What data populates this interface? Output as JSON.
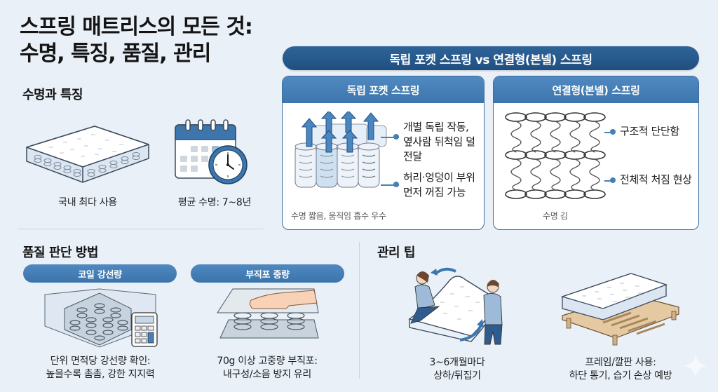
{
  "title": {
    "line1": "스프링 매트리스의 모든 것:",
    "line2": "수명, 특징, 품질, 관리"
  },
  "lifespan_section": {
    "title": "수명과 특징",
    "items": [
      {
        "icon": "mattress-icon",
        "caption": "국내 최다 사용"
      },
      {
        "icon": "calendar-clock-icon",
        "caption": "평균 수명: 7~8년"
      }
    ]
  },
  "comparison": {
    "banner": "독립 포켓 스프링 vs 연결형(본넬) 스프링",
    "pocket": {
      "title": "독립 포켓 스프링",
      "icon": "pocket-spring-icon",
      "notes": [
        "개별 독립 작동, 옆사람 뒤척임 덜 전달",
        "허리·엉덩이 부위 먼저 꺼짐 가능"
      ],
      "note_lines": [
        [
          "개별 독립 작동,",
          "옆사람 뒤척임 덜",
          "전달"
        ],
        [
          "허리·엉덩이 부위",
          "먼저 꺼짐 가능"
        ]
      ],
      "footer": "수명 짧음, 움직임 흡수 우수"
    },
    "bonnell": {
      "title": "연결형(본넬) 스프링",
      "icon": "bonnell-spring-icon",
      "notes": [
        "구조적 단단함",
        "전체적 처짐 현상"
      ],
      "footer": "수명 김"
    }
  },
  "quality_section": {
    "title": "품질 판단 방법",
    "items": [
      {
        "label": "코일 강선량",
        "icon": "coil-cutaway-calculator-icon",
        "caption_lines": [
          "단위 면적당 강선량 확인:",
          "높을수록 촘촘, 강한 지지력"
        ]
      },
      {
        "label": "부직포 중량",
        "icon": "hand-on-fabric-icon",
        "caption_lines": [
          "70g 이상 고중량 부직포:",
          "내구성/소음 방지 유리"
        ]
      }
    ]
  },
  "care_section": {
    "title": "관리 팁",
    "items": [
      {
        "icon": "people-flipping-mattress-icon",
        "caption_lines": [
          "3~6개월마다",
          "상하/뒤집기"
        ]
      },
      {
        "icon": "mattress-on-frame-icon",
        "caption_lines": [
          "프레임/깔판 사용:",
          "하단 통기, 습기 손상 예방"
        ]
      }
    ]
  },
  "colors": {
    "background": "#e9f0f8",
    "banner_dark": "#245686",
    "panel_header": "#4680b7",
    "accent": "#4a7fb3",
    "text": "#141414"
  }
}
